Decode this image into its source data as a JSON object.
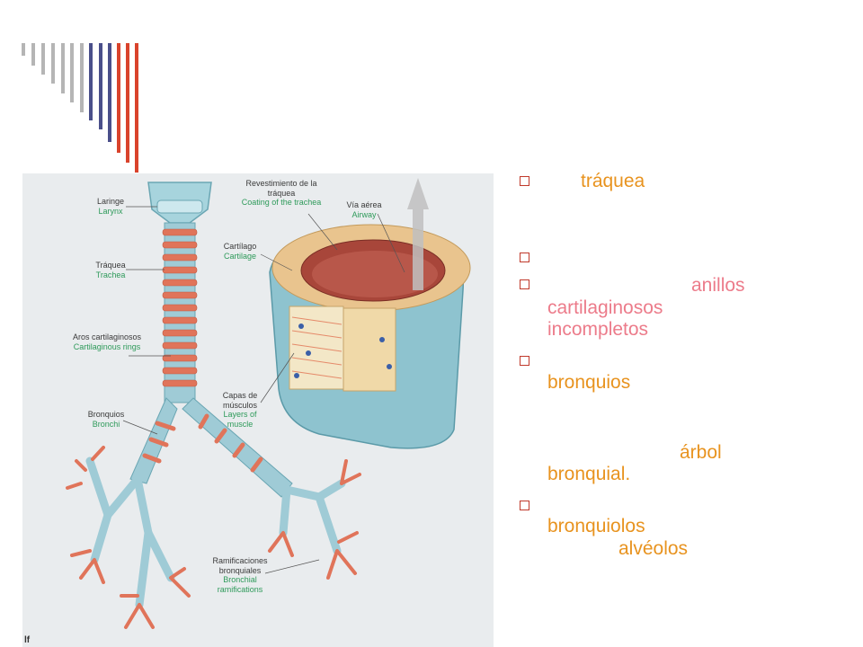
{
  "colors": {
    "bullet": "#c0392b",
    "keyword_orange": "#e8931f",
    "keyword_pink": "#ec7b8a",
    "label_english": "#2e9a5a",
    "deco_gray": "#b5b5b5",
    "deco_blue": "#4a4f8a",
    "deco_red": "#d9432c"
  },
  "figure": {
    "labels": {
      "larynx": {
        "es": "Laringe",
        "en": "Larynx"
      },
      "trachea": {
        "es": "Tráquea",
        "en": "Trachea"
      },
      "rings": {
        "es": "Aros cartilaginosos",
        "en": "Cartilaginous rings"
      },
      "bronchi": {
        "es": "Bronquios",
        "en": "Bronchi"
      },
      "coating": {
        "es": "Revestimiento de la tráquea",
        "en": "Coating of the trachea"
      },
      "airway": {
        "es": "Vía aérea",
        "en": "Airway"
      },
      "cartilage": {
        "es": "Cartílago",
        "en": "Cartilage"
      },
      "muscle": {
        "es": "Capas de músculos",
        "en": "Layers of muscle"
      },
      "ramifications": {
        "es": "Ramificaciones bronquiales",
        "en": "Bronchial ramifications"
      }
    },
    "corner_mark": "lf"
  },
  "bullets": [
    {
      "icon": "square-bullet-icon",
      "lines": [
        "tráquea"
      ]
    },
    {
      "icon": "square-bullet-icon",
      "lines": []
    },
    {
      "icon": "square-bullet-icon",
      "lines": [
        "anillos",
        "cartilaginosos",
        "incompletos"
      ]
    },
    {
      "icon": "square-bullet-icon",
      "lines": [
        "bronquios"
      ]
    },
    {
      "icon": "",
      "lines": [
        "árbol",
        "bronquial."
      ]
    },
    {
      "icon": "square-bullet-icon",
      "lines": [
        "bronquiolos",
        "alvéolos"
      ]
    }
  ]
}
